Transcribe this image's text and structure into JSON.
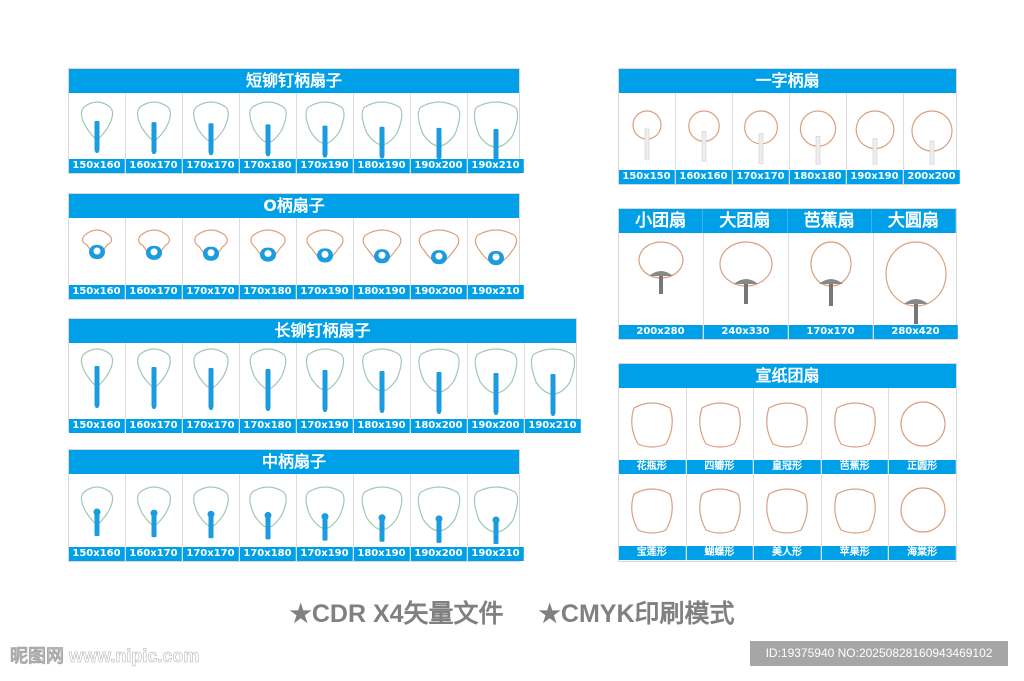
{
  "colors": {
    "accent": "#00a0e9",
    "green_outline": "#9fc9ae",
    "tan_outline": "#d9a080",
    "handle_blue": "#1b9be0"
  },
  "sections": [
    {
      "id": "short-rivet",
      "title": "短铆钉柄扇子",
      "shape": "rivet",
      "items": [
        "150x160",
        "160x170",
        "170x170",
        "170x180",
        "170x190",
        "180x190",
        "190x200",
        "190x210"
      ]
    },
    {
      "id": "o-handle",
      "title": "O柄扇子",
      "shape": "ohandle",
      "items": [
        "150x160",
        "160x170",
        "170x170",
        "170x180",
        "170x190",
        "180x190",
        "190x200",
        "190x210"
      ]
    },
    {
      "id": "long-rivet",
      "title": "长铆钉柄扇子",
      "shape": "longrivet",
      "items": [
        "150x160",
        "160x170",
        "170x170",
        "170x180",
        "170x190",
        "180x190",
        "180x200",
        "190x200",
        "190x210"
      ]
    },
    {
      "id": "middle-handle",
      "title": "中柄扇子",
      "shape": "middle",
      "items": [
        "150x160",
        "160x170",
        "170x170",
        "170x180",
        "170x190",
        "180x190",
        "190x200",
        "190x210"
      ]
    },
    {
      "id": "straight-handle",
      "title": "一字柄扇",
      "shape": "round",
      "items": [
        "150x150",
        "160x160",
        "170x170",
        "180x180",
        "190x190",
        "200x200"
      ]
    },
    {
      "id": "round-fans",
      "titles": [
        "小团扇",
        "大团扇",
        "芭蕉扇",
        "大圆扇"
      ],
      "shape": "tuan",
      "items": [
        "200x280",
        "240x330",
        "170x170",
        "280x420"
      ]
    },
    {
      "id": "xuan-paper",
      "title": "宣纸团扇",
      "shape": "paper",
      "items": [
        "花瓶形",
        "四瓣形",
        "皇冠形",
        "芭蕉形",
        "正圆形",
        "宝莲形",
        "蝴蝶形",
        "美人形",
        "苹果形",
        "海棠形"
      ]
    }
  ],
  "footer": {
    "feature1": "★CDR X4矢量文件",
    "feature2": "★CMYK印刷模式"
  },
  "watermark": {
    "site": "昵图网 www.nipic.com",
    "id": "ID:19375940 NO:20250828160943469102"
  }
}
